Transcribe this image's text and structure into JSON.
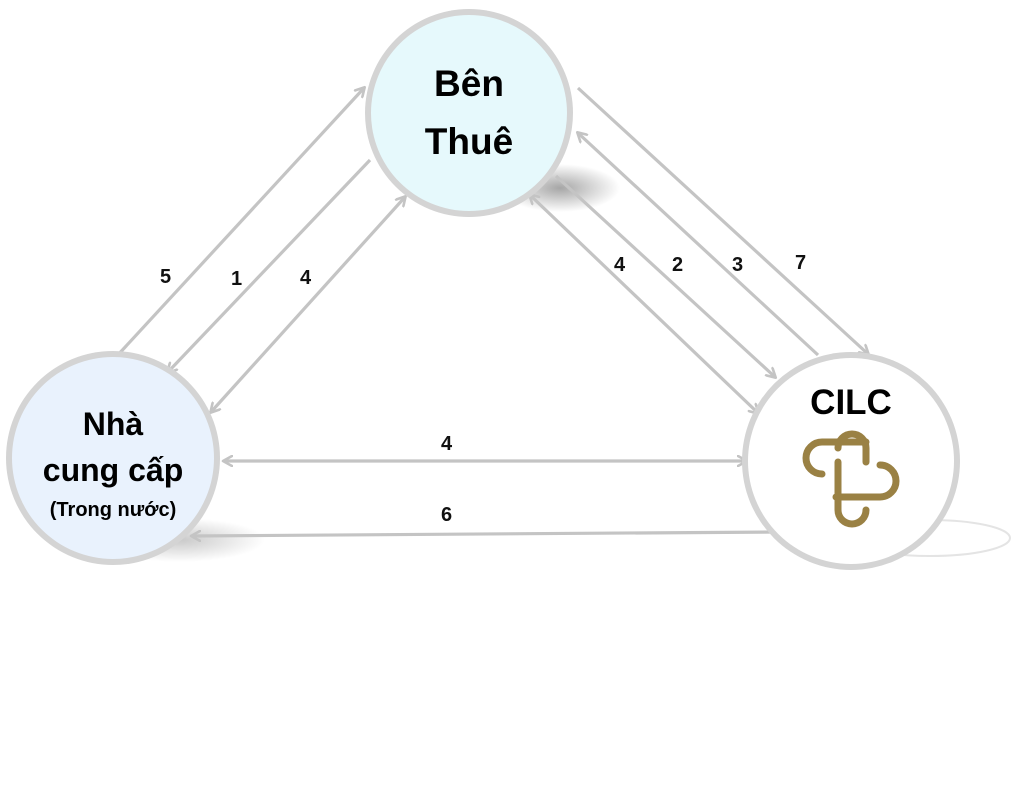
{
  "nodes": {
    "lessee": {
      "line1": "Bên",
      "line2": "Thuê"
    },
    "supplier": {
      "line1": "Nhà",
      "line2": "cung cấp",
      "line3": "(Trong nước)"
    },
    "cilc": {
      "title": "CILC",
      "logo_icon": "cilc-knot-logo"
    }
  },
  "edges": [
    {
      "label": "5",
      "from": "supplier",
      "to": "lessee",
      "direction": "forward"
    },
    {
      "label": "1",
      "from": "lessee",
      "to": "supplier",
      "direction": "forward"
    },
    {
      "label": "4",
      "from": "supplier",
      "to": "lessee",
      "direction": "both"
    },
    {
      "label": "4",
      "from": "lessee",
      "to": "cilc",
      "direction": "both"
    },
    {
      "label": "2",
      "from": "lessee",
      "to": "cilc",
      "direction": "forward"
    },
    {
      "label": "3",
      "from": "cilc",
      "to": "lessee",
      "direction": "forward"
    },
    {
      "label": "7",
      "from": "lessee",
      "to": "cilc",
      "direction": "forward"
    },
    {
      "label": "4",
      "from": "supplier",
      "to": "cilc",
      "direction": "both"
    },
    {
      "label": "6",
      "from": "cilc",
      "to": "supplier",
      "direction": "forward"
    }
  ],
  "colors": {
    "lessee_fill": "#e6f9fc",
    "supplier_fill": "#e9f2fd",
    "cilc_fill": "#ffffff",
    "node_border": "#d4d4d4",
    "arrow": "#c4c4c4",
    "logo": "#9a8144"
  }
}
